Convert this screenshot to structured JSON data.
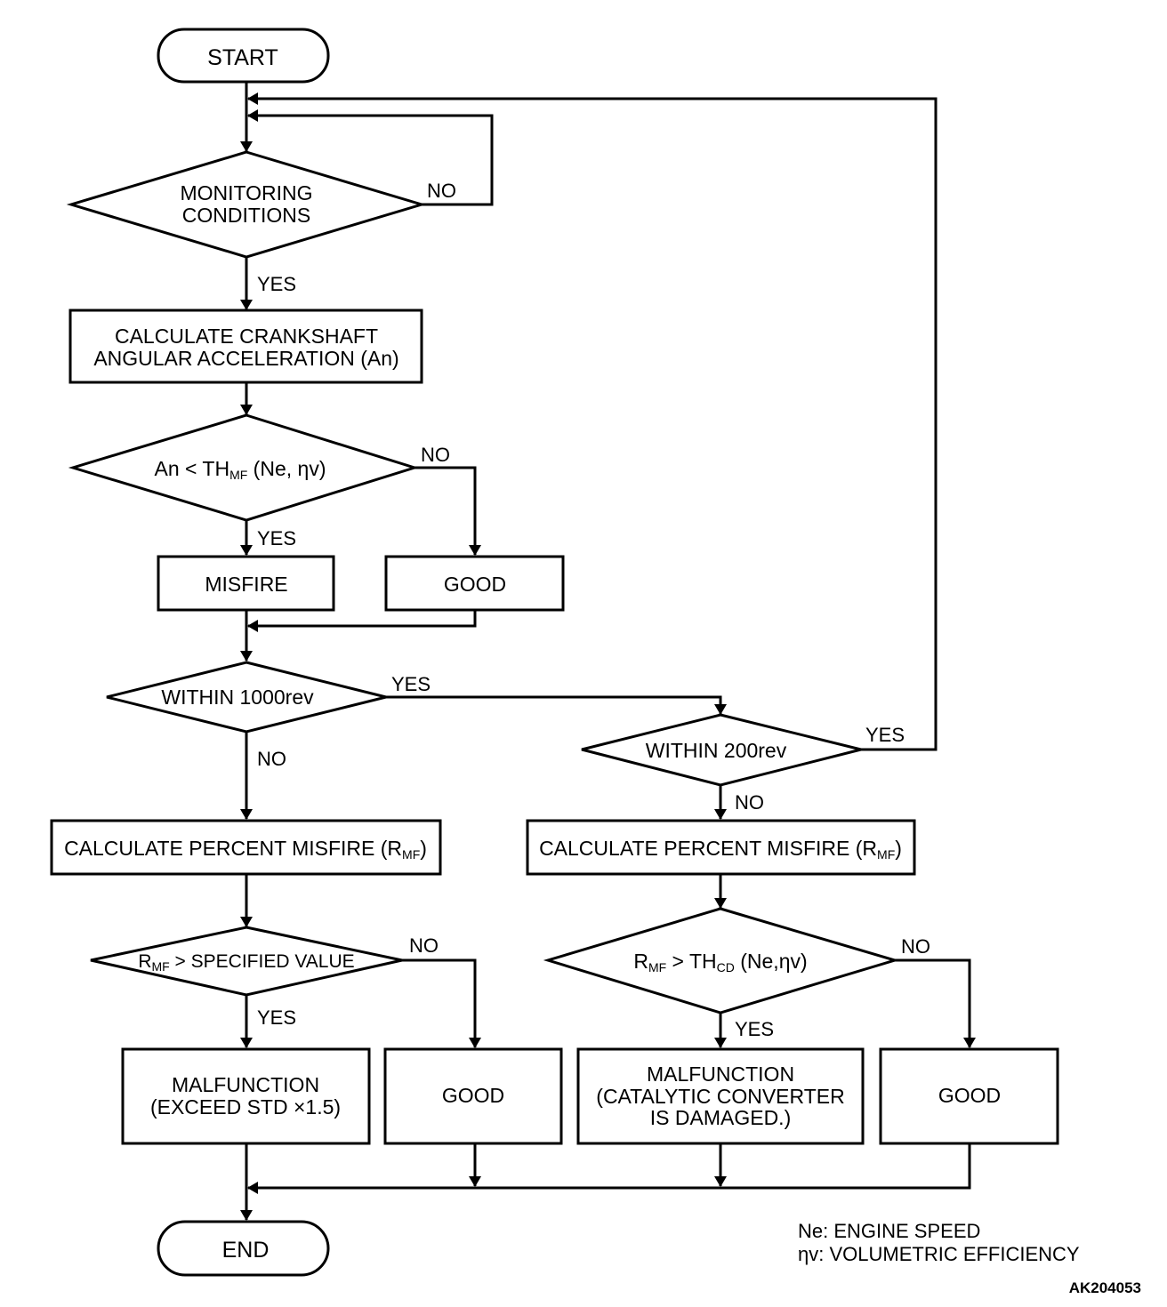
{
  "nodes": {
    "start": "START",
    "monitoring": [
      "MONITORING",
      "CONDITIONS"
    ],
    "calc_accel": [
      "CALCULATE CRANKSHAFT",
      "ANGULAR ACCELERATION (An)"
    ],
    "an_cond": {
      "pre": "An < TH",
      "sub": "MF",
      "post": " (Ne, ",
      "eta": "η",
      "post2": "v)"
    },
    "misfire": "MISFIRE",
    "good1": "GOOD",
    "within1000": "WITHIN 1000rev",
    "within200": "WITHIN 200rev",
    "calc_pm_left": {
      "pre": "CALCULATE PERCENT MISFIRE (R",
      "sub": "MF",
      "post": ")"
    },
    "calc_pm_right": {
      "pre": "CALCULATE PERCENT MISFIRE (R",
      "sub": "MF",
      "post": ")"
    },
    "rmf_spec": {
      "pre": "R",
      "sub": "MF",
      "post": " > SPECIFIED VALUE"
    },
    "rmf_thcd": {
      "pre": "R",
      "sub": "MF",
      "mid": " > TH",
      "sub2": "CD",
      "post": " (Ne,",
      "eta": "η",
      "post2": "v)"
    },
    "malf1": [
      "MALFUNCTION",
      "(EXCEED STD  ×1.5)"
    ],
    "good2": "GOOD",
    "malf2": [
      "MALFUNCTION",
      "(CATALYTIC CONVERTER",
      "IS DAMAGED.)"
    ],
    "good3": "GOOD",
    "end": "END"
  },
  "labels": {
    "yes": "YES",
    "no": "NO"
  },
  "legend": {
    "ne": "Ne: ENGINE SPEED",
    "eta": "η",
    "etav": "v: VOLUMETRIC EFFICIENCY"
  },
  "code": "AK204053"
}
